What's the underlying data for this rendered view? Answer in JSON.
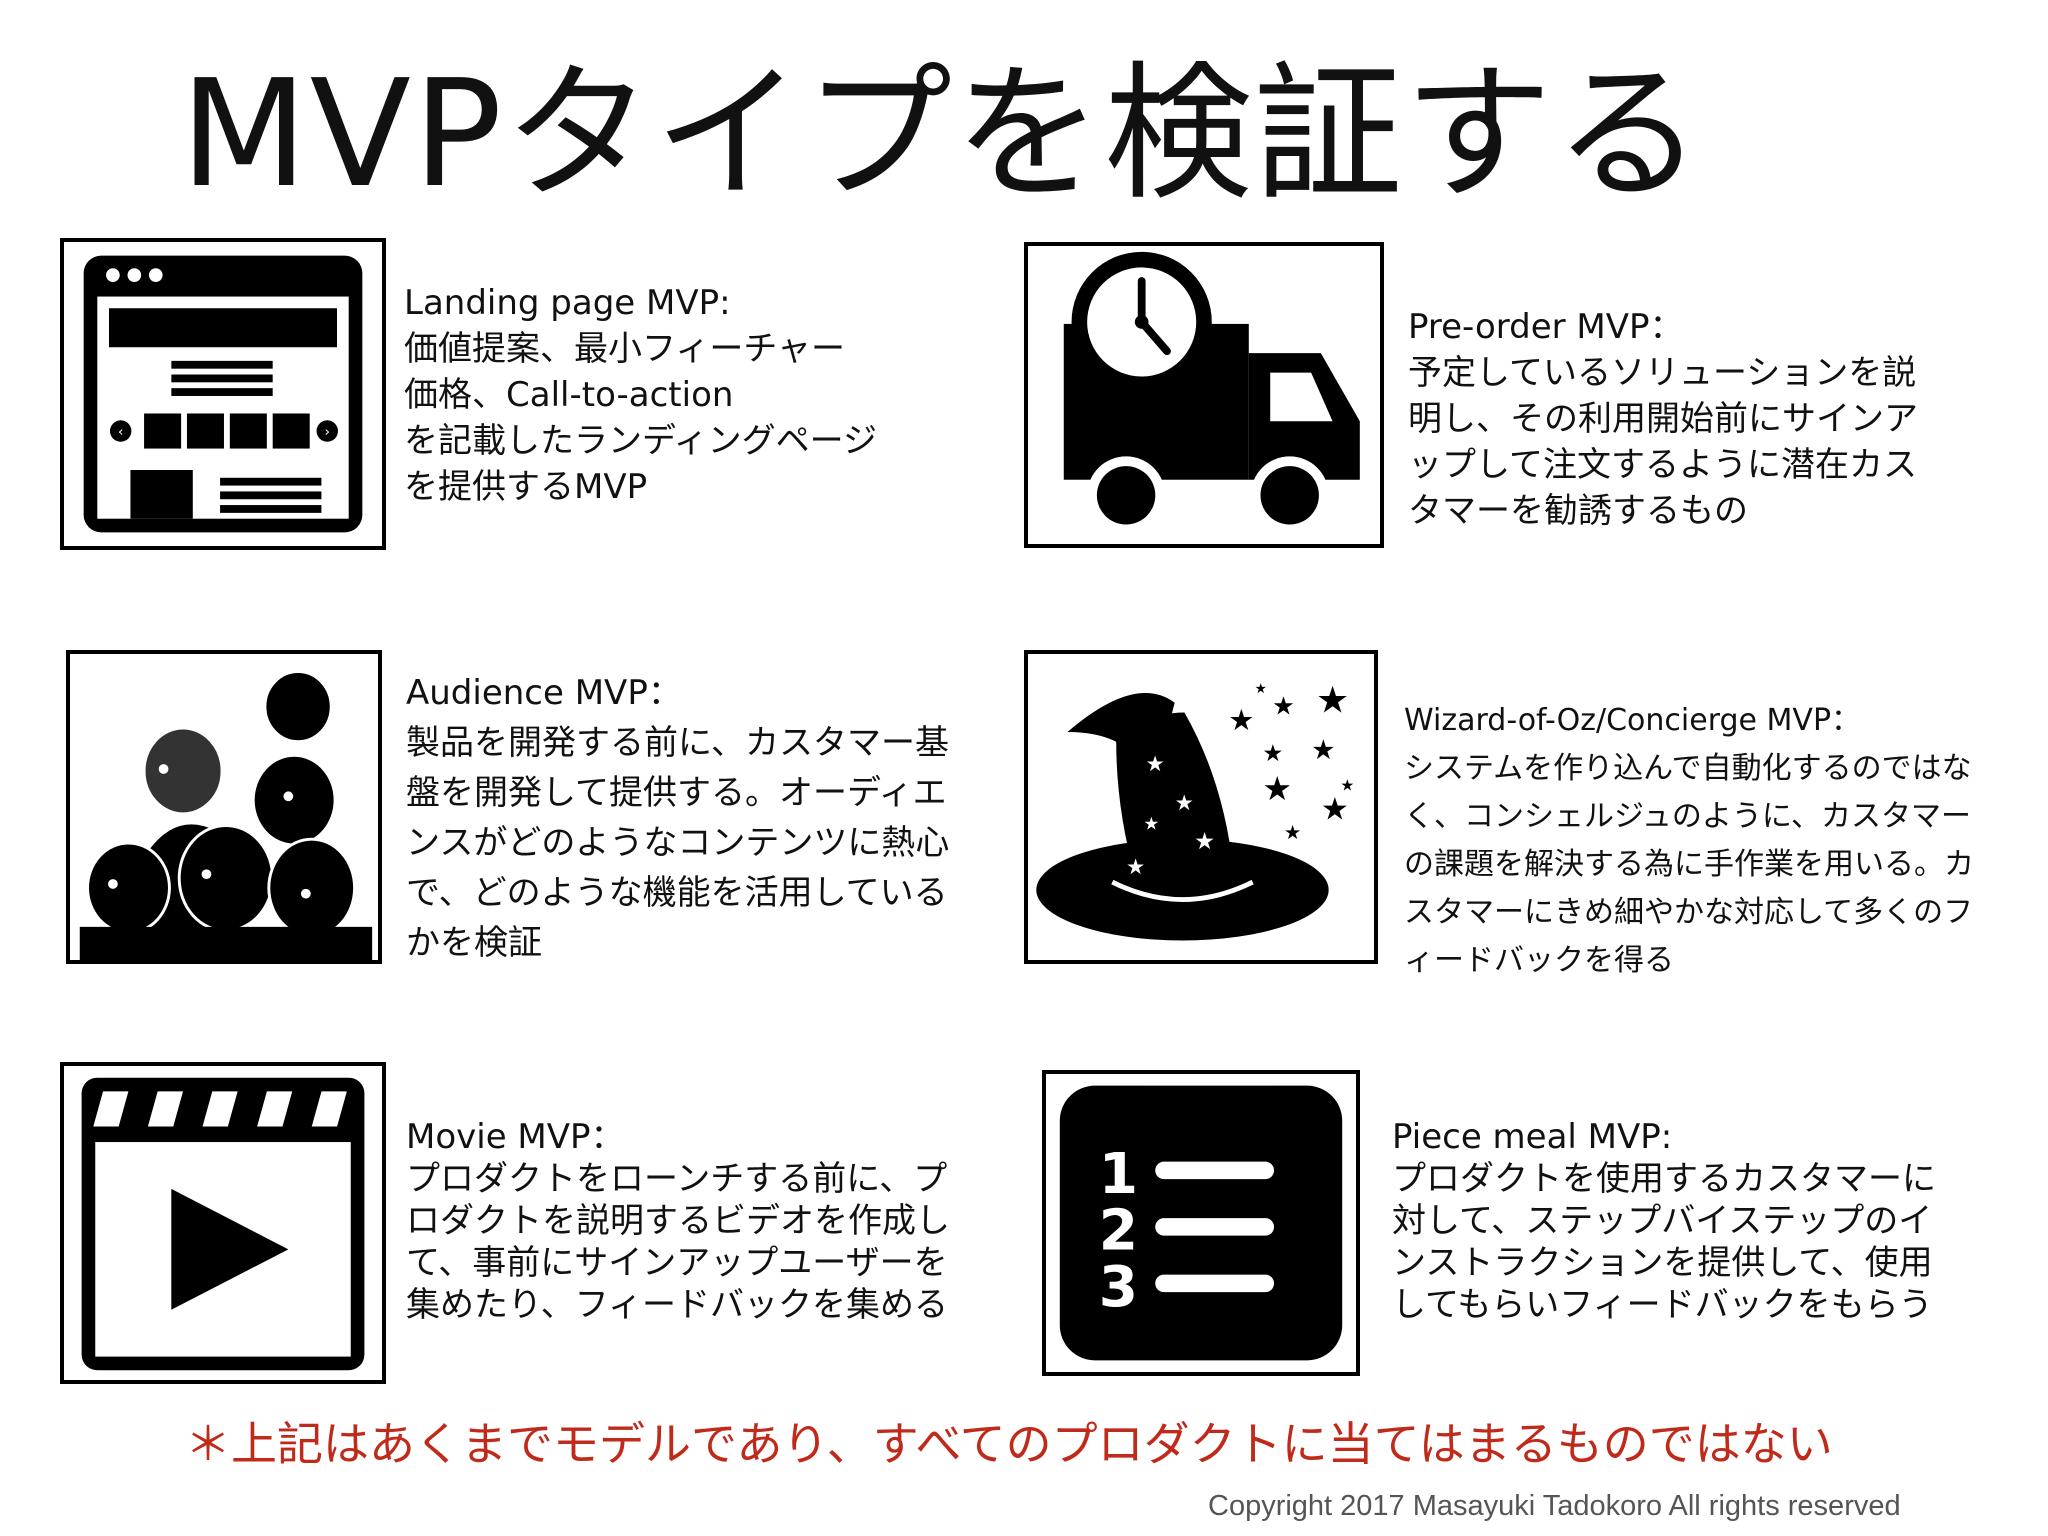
{
  "title": "MVPタイプを検証する",
  "cards": [
    {
      "heading": "Landing page MVP:",
      "body": "価値提案、最小フィーチャー\n価格、Call-to-action\nを記載したランディングページ\nを提供するMVP",
      "icon": "browser-window-icon"
    },
    {
      "heading": "Pre-order MVP：",
      "body": "予定しているソリューションを説\n明し、その利用開始前にサインア\nップして注文するように潜在カス\nタマーを勧誘するもの",
      "icon": "delivery-truck-clock-icon"
    },
    {
      "heading": "Audience MVP：",
      "body": "製品を開発する前に、カスタマー基\n盤を開発して提供する。オーディエ\nンスがどのようなコンテンツに熱心\nで、どのような機能を活用している\nかを検証",
      "icon": "crowd-icon"
    },
    {
      "heading": "Wizard-of-Oz/Concierge MVP：",
      "body": "システムを作り込んで自動化するのではな\nく、コンシェルジュのように、カスタマー\nの課題を解決する為に手作業を用いる。カ\nスタマーにきめ細やかな対応して多くのフ\nィードバックを得る",
      "icon": "wizard-hat-icon"
    },
    {
      "heading": "Movie MVP：",
      "body": "プロダクトをローンチする前に、プ\nロダクトを説明するビデオを作成し\nて、事前にサインアップユーザーを\n集めたり、フィードバックを集める",
      "icon": "clapperboard-play-icon"
    },
    {
      "heading": "Piece meal MVP:",
      "body": "プロダクトを使用するカスタマーに\n対して、ステップバイステップのイ\nンストラクションを提供して、使用\nしてもらいフィードバックをもらう",
      "icon": "numbered-list-icon"
    }
  ],
  "note": "＊上記はあくまでモデルであり、すべてのプロダクトに当てはまるものではない",
  "copyright": "Copyright 2017 Masayuki Tadokoro All rights reserved",
  "colors": {
    "note": "#c02a1a",
    "icon": "#000000"
  }
}
